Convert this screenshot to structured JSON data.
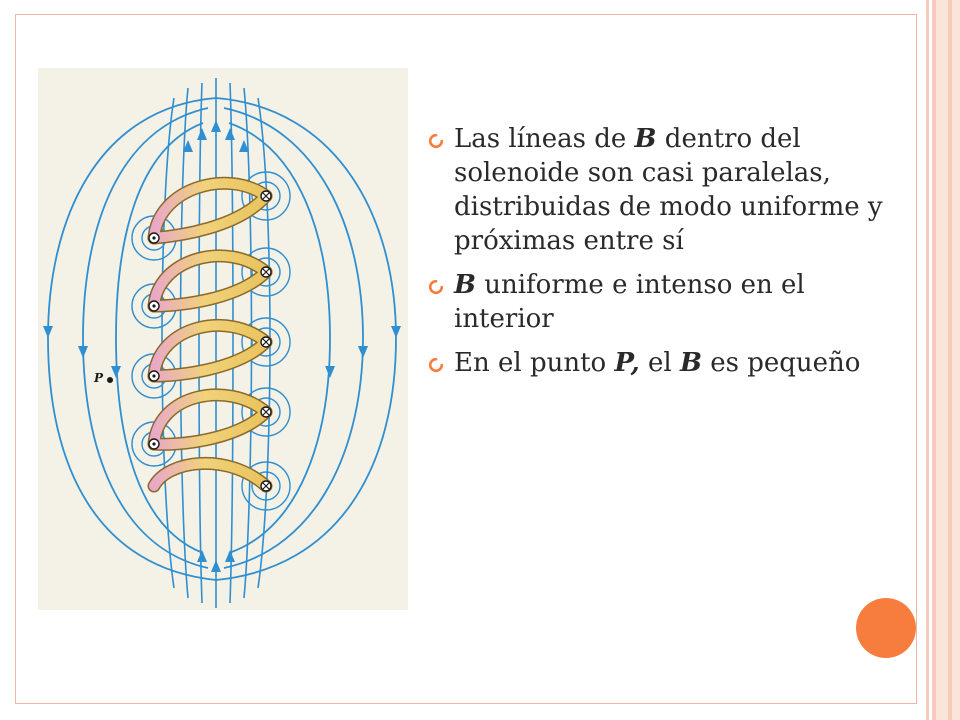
{
  "bullets": [
    {
      "parts": [
        {
          "text": "Las líneas de ",
          "style": "normal"
        },
        {
          "text": "B",
          "style": "bold-italic"
        },
        {
          "text": " dentro del solenoide son casi paralelas, distribuidas de modo uniforme y próximas entre sí",
          "style": "normal"
        }
      ]
    },
    {
      "parts": [
        {
          "text": "B",
          "style": "bold-italic"
        },
        {
          "text": " uniforme e intenso en el interior",
          "style": "normal"
        }
      ]
    },
    {
      "parts": [
        {
          "text": "En el punto ",
          "style": "normal"
        },
        {
          "text": "P,",
          "style": "bold-italic"
        },
        {
          "text": " el ",
          "style": "normal"
        },
        {
          "text": "B",
          "style": "bold-italic"
        },
        {
          "text": " es pequeño",
          "style": "normal"
        }
      ]
    }
  ],
  "figure": {
    "point_label": "P"
  },
  "colors": {
    "bullet": "#f77d3e",
    "accent_dot": "#f77d3e",
    "border": "#f2b7a2",
    "field_lines": "#2f8fd0",
    "coil": "#e8c96a"
  }
}
